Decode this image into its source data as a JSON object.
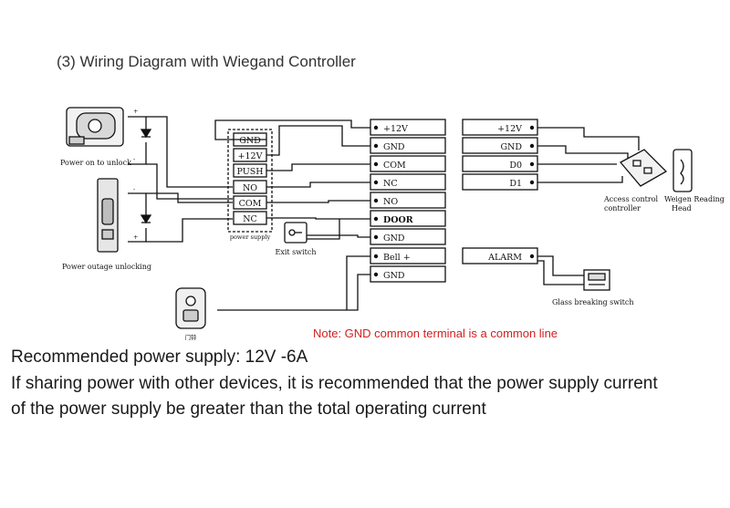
{
  "title": "(3) Wiring Diagram with Wiegand Controller",
  "lock_top": {
    "caption": "Power on to unlock",
    "plus": "+",
    "minus": "-"
  },
  "lock_bottom": {
    "caption": "Power outage unlocking",
    "plus": "+",
    "minus": "-"
  },
  "power_supply": {
    "terminals": [
      "GND",
      "+12V",
      "PUSH",
      "NO",
      "COM",
      "NC"
    ],
    "caption": "power supply"
  },
  "exit_switch": {
    "caption": "Exit switch"
  },
  "doorbell": {
    "caption": "门铃"
  },
  "reader_terminals": [
    "+12V",
    "GND",
    "COM",
    "NC",
    "NO",
    "DOOR",
    "GND",
    "Bell +",
    "GND"
  ],
  "controller_terminals": [
    "+12V",
    "GND",
    "D0",
    "D1"
  ],
  "alarm_terminal": "ALARM",
  "access_controller": {
    "caption_line1": "Access control",
    "caption_line2": "controller"
  },
  "wiegand_head": {
    "caption_line1": "Weigen Reading",
    "caption_line2": "Head"
  },
  "glass_switch": {
    "caption": "Glass breaking switch"
  },
  "note": "Note: GND common terminal is a common line",
  "recommendations": [
    "Recommended power supply: 12V -6A",
    "If sharing power with other devices, it is recommended that the power supply current",
    "of the power supply be greater than the total operating current"
  ]
}
